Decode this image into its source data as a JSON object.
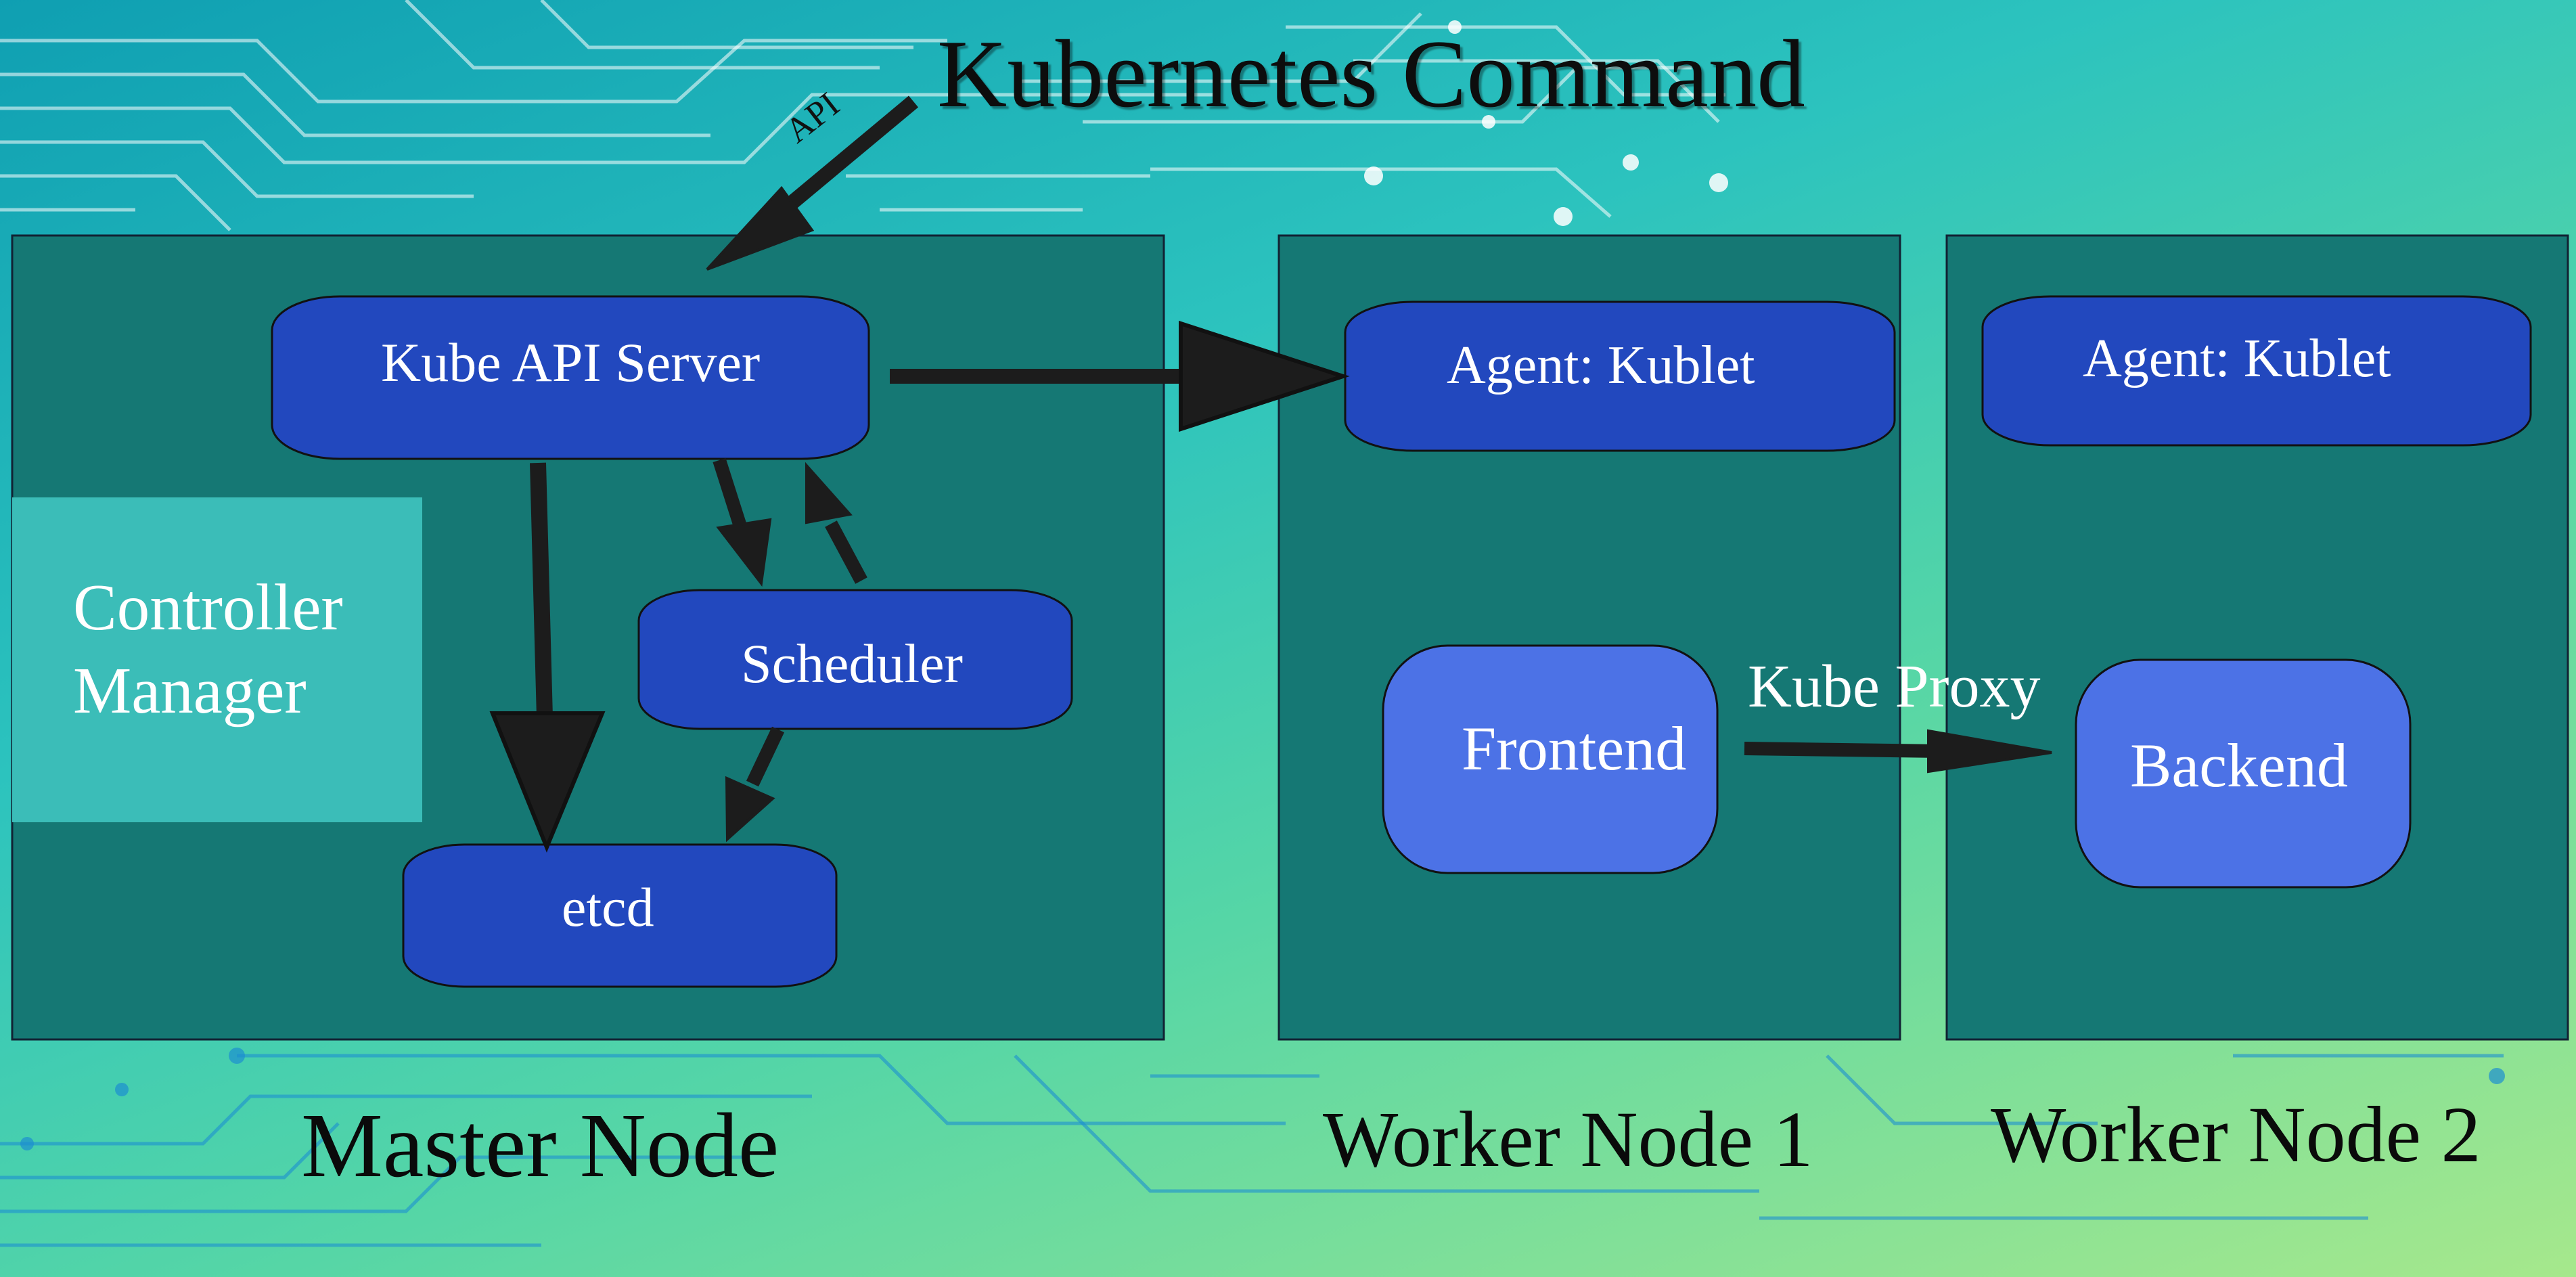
{
  "title": "Kubernetes Command",
  "api_label": "API",
  "master": {
    "label": "Master Node",
    "api_server": "Kube API Server",
    "scheduler": "Scheduler",
    "etcd": "etcd",
    "controller_manager": "Controller Manager"
  },
  "worker1": {
    "label": "Worker Node 1",
    "agent": "Agent: Kublet",
    "pod": "Frontend"
  },
  "worker2": {
    "label": "Worker Node 2",
    "agent": "Agent: Kublet",
    "pod": "Backend"
  },
  "proxy_label": "Kube Proxy",
  "colors": {
    "node_fill": "#157874",
    "component_fill": "#2248be",
    "pod_fill": "#4c72e6",
    "controller_fill": "#3bbdb8",
    "arrow": "#1c1c1c"
  }
}
